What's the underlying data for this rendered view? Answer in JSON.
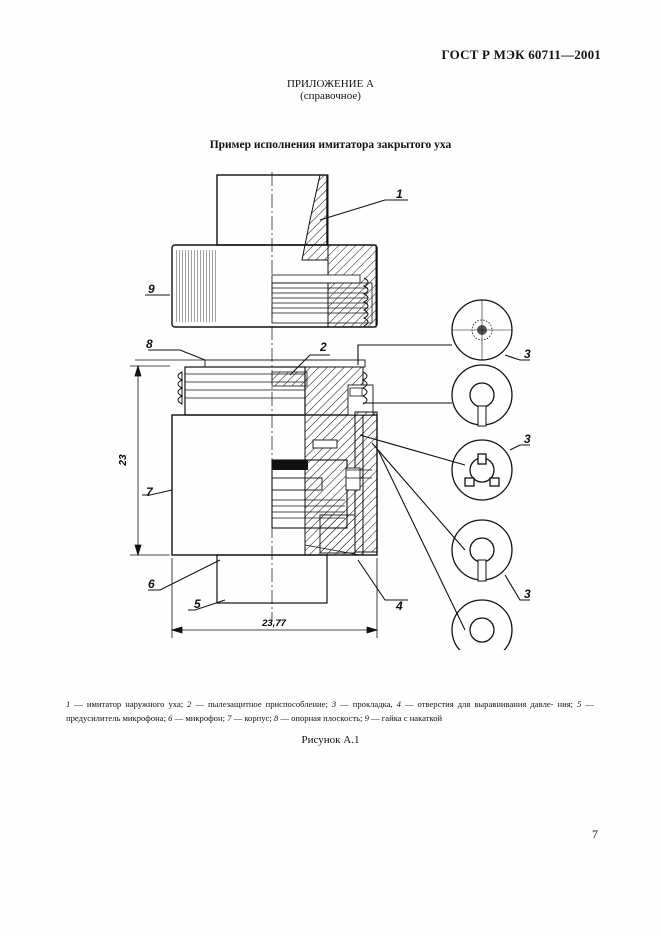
{
  "header": {
    "standard": "ГОСТ Р МЭК 60711—2001"
  },
  "appendix": {
    "title": "ПРИЛОЖЕНИЕ А",
    "subtitle": "(справочное)"
  },
  "figure": {
    "title": "Пример исполнения имитатора закрытого уха",
    "callouts": [
      "1",
      "2",
      "3",
      "3",
      "3",
      "4",
      "5",
      "6",
      "7",
      "8",
      "9"
    ],
    "dimensions": {
      "height": "23",
      "width": "23,77"
    },
    "caption": [
      {
        "num": "1",
        "text": " — имитатор наружного уха; "
      },
      {
        "num": "2",
        "text": " — пылезащитное приспособление; "
      },
      {
        "num": "3",
        "text": " — прокладка, "
      },
      {
        "num": "4",
        "text": " — отверстия для выравнивания давле- ния; "
      },
      {
        "num": "5",
        "text": " — предусилитель микрофона; "
      },
      {
        "num": "6",
        "text": " — микрофон; "
      },
      {
        "num": "7",
        "text": " — корпус; "
      },
      {
        "num": "8",
        "text": " — опорная плоскость; "
      },
      {
        "num": "9",
        "text": " — гайка с накаткой"
      }
    ],
    "label": "Рисунок А.1"
  },
  "page": {
    "number": "7"
  }
}
